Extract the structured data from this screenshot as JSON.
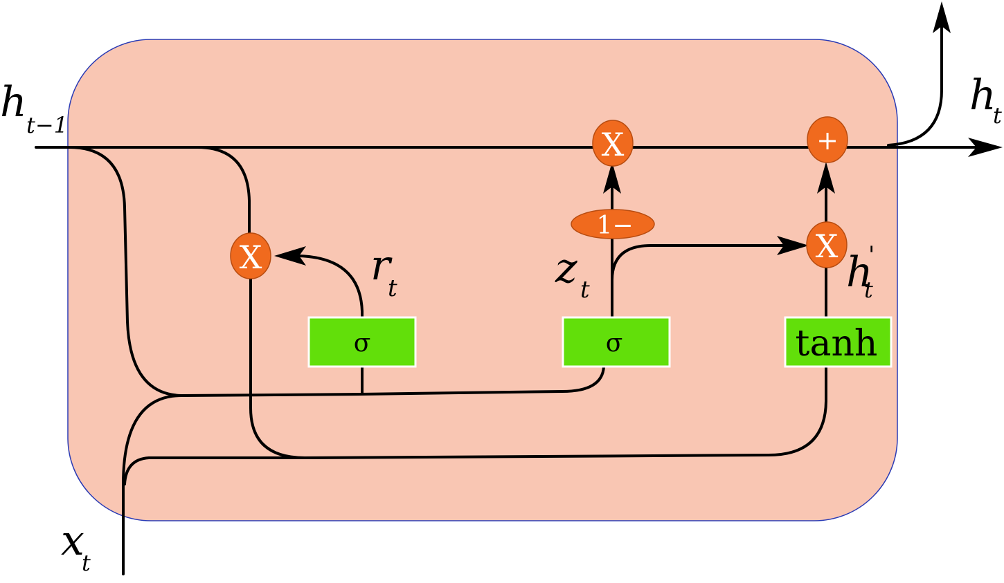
{
  "colors": {
    "cell_fill": "#f9c6b3",
    "cell_border": "#2a3bb5",
    "op_fill": "#f06a1e",
    "op_border": "#b84c10",
    "gate_fill": "#62df0a",
    "line": "#000000",
    "op_text": "#ffffff"
  },
  "labels": {
    "h_prev_base": "h",
    "h_prev_sub": "t−1",
    "h_out_base": "h",
    "h_out_sub": "t",
    "x_base": "x",
    "x_sub": "t",
    "r_base": "r",
    "r_sub": "t",
    "z_base": "z",
    "z_sub": "t",
    "hcand_base": "h",
    "hcand_sub": "t",
    "hcand_prime": "'"
  },
  "ops": {
    "reset_multiply": "X",
    "update_multiply": "X",
    "candidate_multiply": "X",
    "add": "+",
    "one_minus": "1−"
  },
  "gates": {
    "reset_gate": "σ",
    "update_gate": "σ",
    "candidate_gate": "tanh"
  },
  "icons": {
    "multiply": "multiply-icon",
    "add": "plus-icon",
    "arrow": "arrow-icon"
  }
}
